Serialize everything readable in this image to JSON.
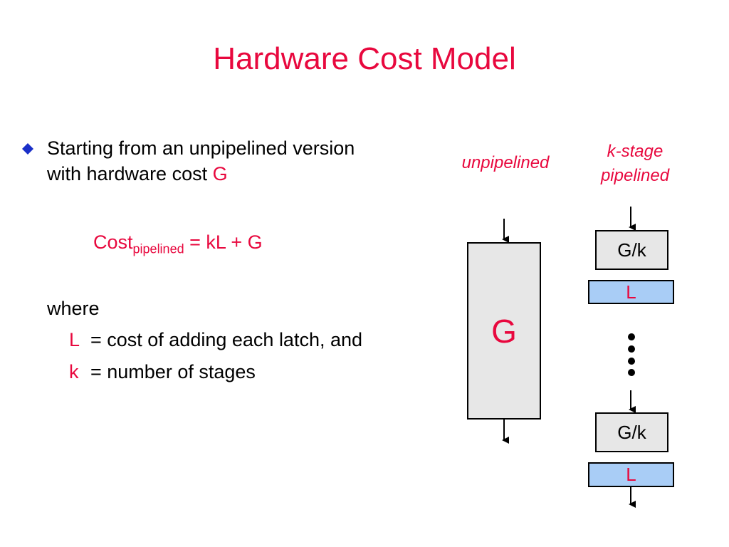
{
  "title": "Hardware Cost Model",
  "bullet": {
    "text_line1": "Starting from an unpipelined version",
    "text_line2": "with hardware cost ",
    "highlight": "G"
  },
  "formula": {
    "lhs": "Cost",
    "subscript": "pipelined",
    "rhs": " = kL + G"
  },
  "where_label": "where",
  "definitions": [
    {
      "symbol": "L",
      "meaning": "= cost of adding each latch, and"
    },
    {
      "symbol": "k",
      "meaning": "= number of stages"
    }
  ],
  "diagram": {
    "unpipelined_caption": "unpipelined",
    "pipelined_caption_line1": "k-stage",
    "pipelined_caption_line2": "pipelined",
    "unpipelined_block_label": "G",
    "stage_label": "G/k",
    "latch_label": "L"
  },
  "colors": {
    "accent_red": "#e8083e",
    "bullet_blue": "#1a2fc8",
    "block_gray": "#e7e7e7",
    "latch_blue": "#a9cdf6"
  }
}
